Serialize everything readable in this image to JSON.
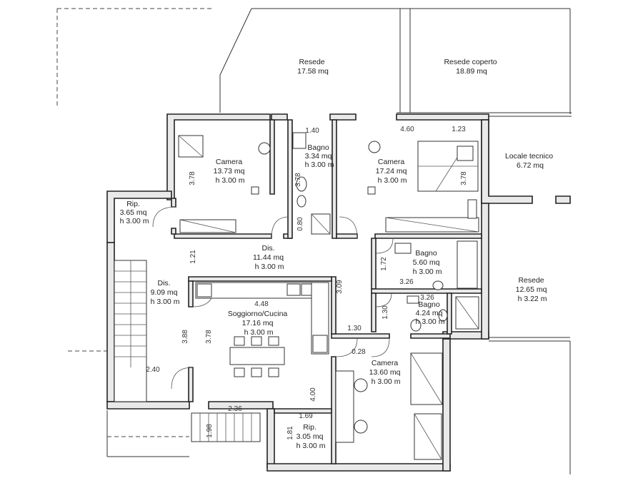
{
  "plan": {
    "rooms": [
      {
        "id": "resede-1",
        "lines": [
          "Resede",
          "17.58 mq"
        ]
      },
      {
        "id": "resede-coperto",
        "lines": [
          "Resede coperto",
          "18.89 mq"
        ]
      },
      {
        "id": "camera-1",
        "lines": [
          "Camera",
          "13.73 mq",
          "h 3.00 m"
        ]
      },
      {
        "id": "bagno-1",
        "lines": [
          "Bagno",
          "3.34 mq",
          "h 3.00 m"
        ]
      },
      {
        "id": "camera-2",
        "lines": [
          "Camera",
          "17.24 mq",
          "h 3.00 m"
        ]
      },
      {
        "id": "locale-tecnico",
        "lines": [
          "Locale tecnico",
          "6.72 mq"
        ]
      },
      {
        "id": "rip-1",
        "lines": [
          "Rip.",
          "3.65 mq",
          "h 3.00 m"
        ]
      },
      {
        "id": "dis-1",
        "lines": [
          "Dis.",
          "11.44 mq",
          "h 3.00 m"
        ]
      },
      {
        "id": "bagno-2",
        "lines": [
          "Bagno",
          "5.60 mq",
          "h 3.00 m"
        ]
      },
      {
        "id": "resede-2",
        "lines": [
          "Resede",
          "12.65 mq",
          "h 3.22 m"
        ]
      },
      {
        "id": "dis-2",
        "lines": [
          "Dis.",
          "9.09 mq",
          "h 3.00 m"
        ]
      },
      {
        "id": "soggiorno-cucina",
        "lines": [
          "Soggiorno/Cucina",
          "17.16 mq",
          "h 3.00 m"
        ]
      },
      {
        "id": "bagno-3",
        "lines": [
          "Bagno",
          "4.24 mq",
          "h 3.00 m"
        ]
      },
      {
        "id": "camera-3",
        "lines": [
          "Camera",
          "13.60 mq",
          "h 3.00 m"
        ]
      },
      {
        "id": "rip-2",
        "lines": [
          "Rip.",
          "3.05 mq",
          "h 3.00 m"
        ]
      }
    ],
    "dimensions": [
      {
        "id": "d-1-40",
        "text": "1.40",
        "v": false
      },
      {
        "id": "d-4-60",
        "text": "4.60",
        "v": false
      },
      {
        "id": "d-1-23",
        "text": "1.23",
        "v": false
      },
      {
        "id": "d-3-78-a",
        "text": "3.78",
        "v": true
      },
      {
        "id": "d-3-78-b",
        "text": "3.78",
        "v": true
      },
      {
        "id": "d-3-78-c",
        "text": "3.78",
        "v": true
      },
      {
        "id": "d-0-80",
        "text": "0.80",
        "v": true
      },
      {
        "id": "d-1-21",
        "text": "1.21",
        "v": true
      },
      {
        "id": "d-1-72",
        "text": "1.72",
        "v": true
      },
      {
        "id": "d-3-26-a",
        "text": "3.26",
        "v": false
      },
      {
        "id": "d-3-26-b",
        "text": "3.26",
        "v": false
      },
      {
        "id": "d-4-48",
        "text": "4.48",
        "v": false
      },
      {
        "id": "d-3-09",
        "text": "3.09",
        "v": true
      },
      {
        "id": "d-1-30-a",
        "text": "1.30",
        "v": true
      },
      {
        "id": "d-1-30-b",
        "text": "1.30",
        "v": false
      },
      {
        "id": "d-3-88",
        "text": "3.88",
        "v": true
      },
      {
        "id": "d-3-78-d",
        "text": "3.78",
        "v": true
      },
      {
        "id": "d-0-28",
        "text": "0.28",
        "v": false
      },
      {
        "id": "d-2-40",
        "text": "2.40",
        "v": false
      },
      {
        "id": "d-4-00",
        "text": "4.00",
        "v": true
      },
      {
        "id": "d-2-36",
        "text": "2.36",
        "v": false
      },
      {
        "id": "d-1-69",
        "text": "1.69",
        "v": false
      },
      {
        "id": "d-1-98",
        "text": "1.98",
        "v": true
      },
      {
        "id": "d-1-81",
        "text": "1.81",
        "v": true
      }
    ]
  }
}
